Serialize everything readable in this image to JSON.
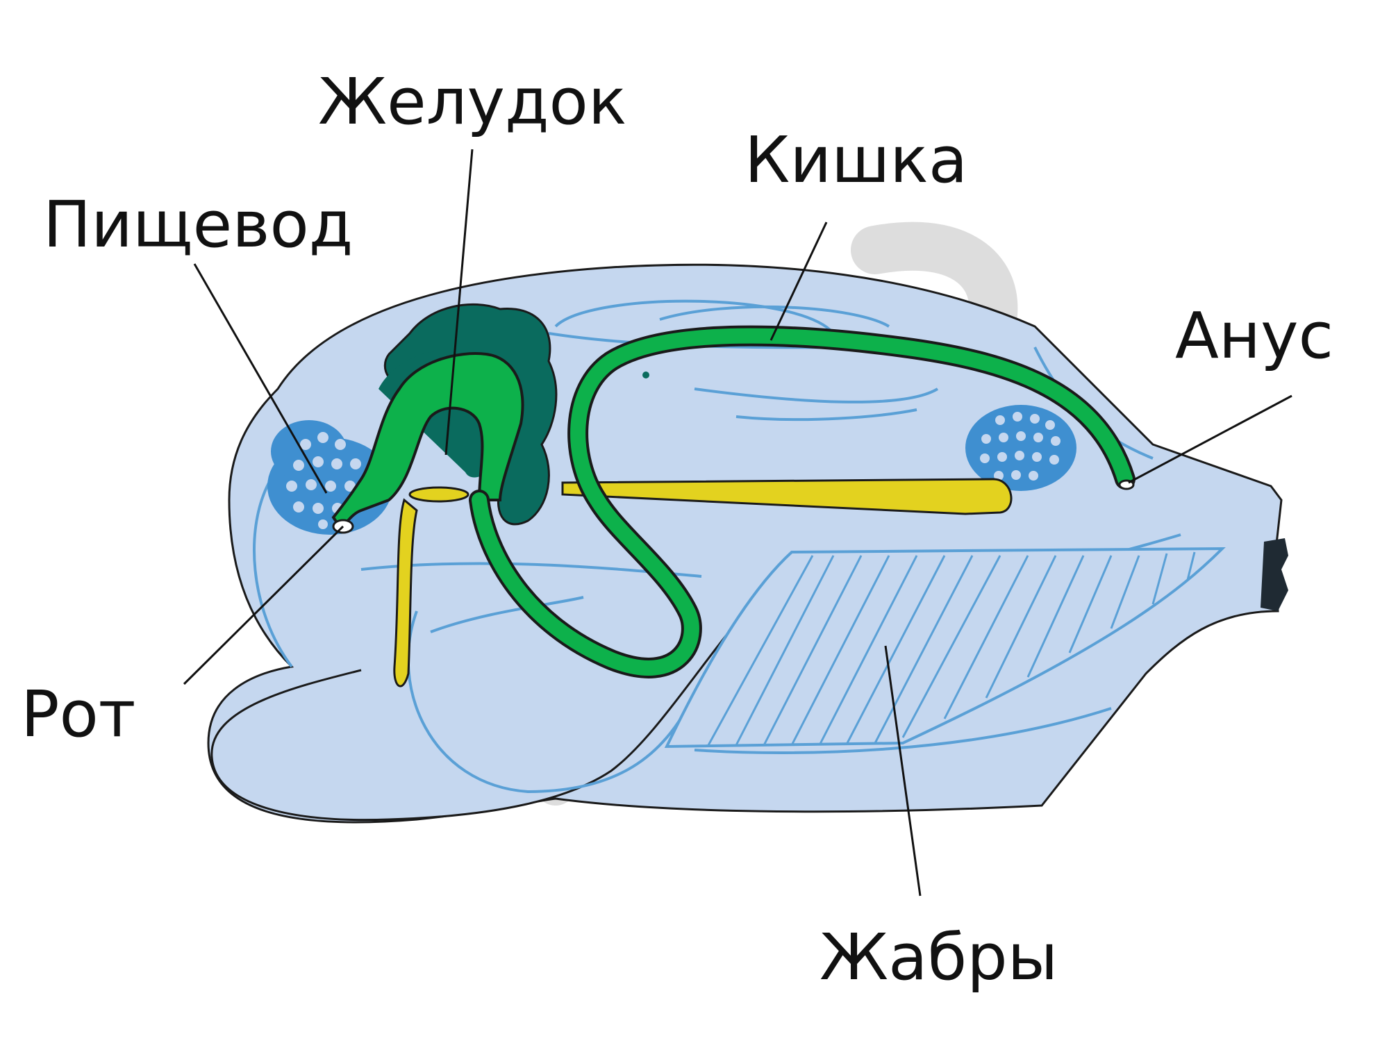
{
  "labels": {
    "stomach": "Желудок",
    "esophagus": "Пищевод",
    "intestine": "Кишка",
    "anus": "Анус",
    "mouth": "Рот",
    "gills": "Жабры"
  },
  "colors": {
    "body": "#c5d7ef",
    "inner_lines": "#5aa0d6",
    "digestive_tract": "#0db14b",
    "stomach_dark": "#0a6b5e",
    "digestive_gland": "#e3d21f",
    "ganglia": "#3f8fd0",
    "outline": "#1a1a1a"
  }
}
